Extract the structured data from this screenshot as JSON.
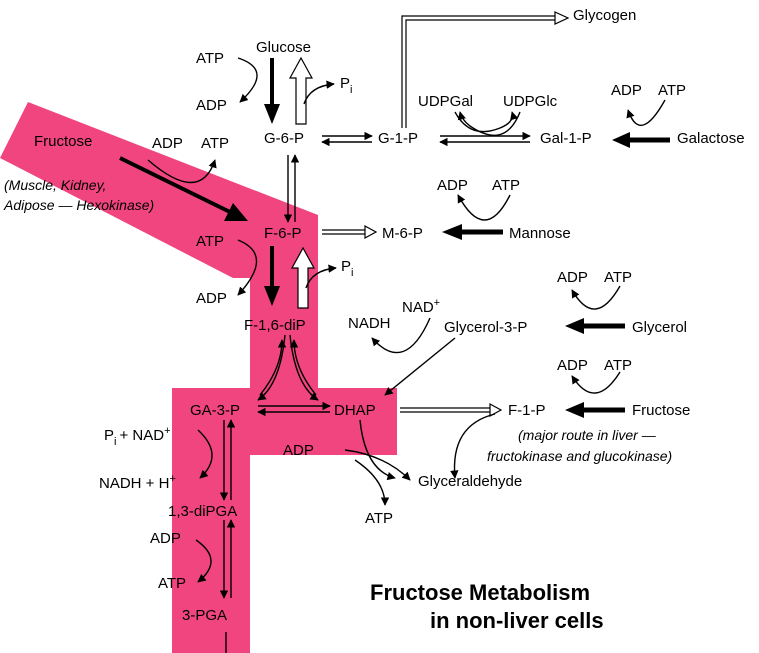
{
  "colors": {
    "highlight": "#f0457f",
    "ink": "#000000",
    "background": "#ffffff"
  },
  "title": {
    "line1": "Fructose Metabolism",
    "line2": "in non-liver cells"
  },
  "notes": {
    "hexokinase": {
      "line1": "(Muscle, Kidney,",
      "line2": "Adipose — Hexokinase)"
    },
    "liver": {
      "line1": "(major route in liver —",
      "line2": "fructokinase and glucokinase)"
    }
  },
  "metabolites": {
    "glucose": "Glucose",
    "g6p": "G-6-P",
    "g1p": "G-1-P",
    "glycogen": "Glycogen",
    "udpgal": "UDPGal",
    "udpglc": "UDPGlc",
    "gal1p": "Gal-1-P",
    "galactose": "Galactose",
    "fructose_left": "Fructose",
    "f6p": "F-6-P",
    "m6p": "M-6-P",
    "mannose": "Mannose",
    "f16dip": "F-1,6-diP",
    "glycerol3p": "Glycerol-3-P",
    "glycerol": "Glycerol",
    "ga3p": "GA-3-P",
    "dhap": "DHAP",
    "f1p": "F-1-P",
    "fructose_right": "Fructose",
    "glyceraldehyde": "Glyceraldehyde",
    "bpg13": "1,3-diPGA",
    "pga3": "3-PGA"
  },
  "cofactors": {
    "atp": "ATP",
    "adp": "ADP",
    "pi": "P",
    "pi_sub": "i",
    "nadh": "NADH",
    "nad": "NAD",
    "nad_plus": "+",
    "pi_nad": "+ NAD",
    "nadh_h": "NADH + H",
    "h_plus": "+"
  }
}
